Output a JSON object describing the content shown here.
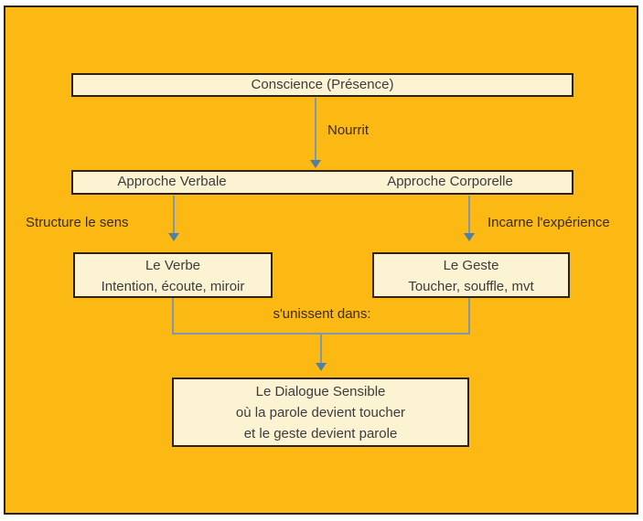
{
  "colors": {
    "background": "#FCB813",
    "box_fill": "#FCF3D3",
    "box_border": "#2E2312",
    "arrow_line": "#7E99AE",
    "arrow_head": "#4E80A8",
    "box_text": "#3C3C3C",
    "label_text": "#3A2B1B"
  },
  "diagram": {
    "top_box": {
      "label": "Conscience (Présence)"
    },
    "arrow1_label": "Nourrit",
    "approaches_box": {
      "left": "Approche Verbale",
      "right": "Approche Corporelle"
    },
    "left_branch_label": "Structure le sens",
    "right_branch_label": "Incarne l'expérience",
    "verbe_box": {
      "title": "Le Verbe",
      "subtitle": "Intention, écoute, miroir"
    },
    "geste_box": {
      "title": "Le Geste",
      "subtitle": "Toucher, souffle, mvt"
    },
    "merge_label": "s'unissent dans:",
    "bottom_box": {
      "line1": "Le Dialogue Sensible",
      "line2": "où la parole devient toucher",
      "line3": "et le geste devient parole"
    }
  }
}
